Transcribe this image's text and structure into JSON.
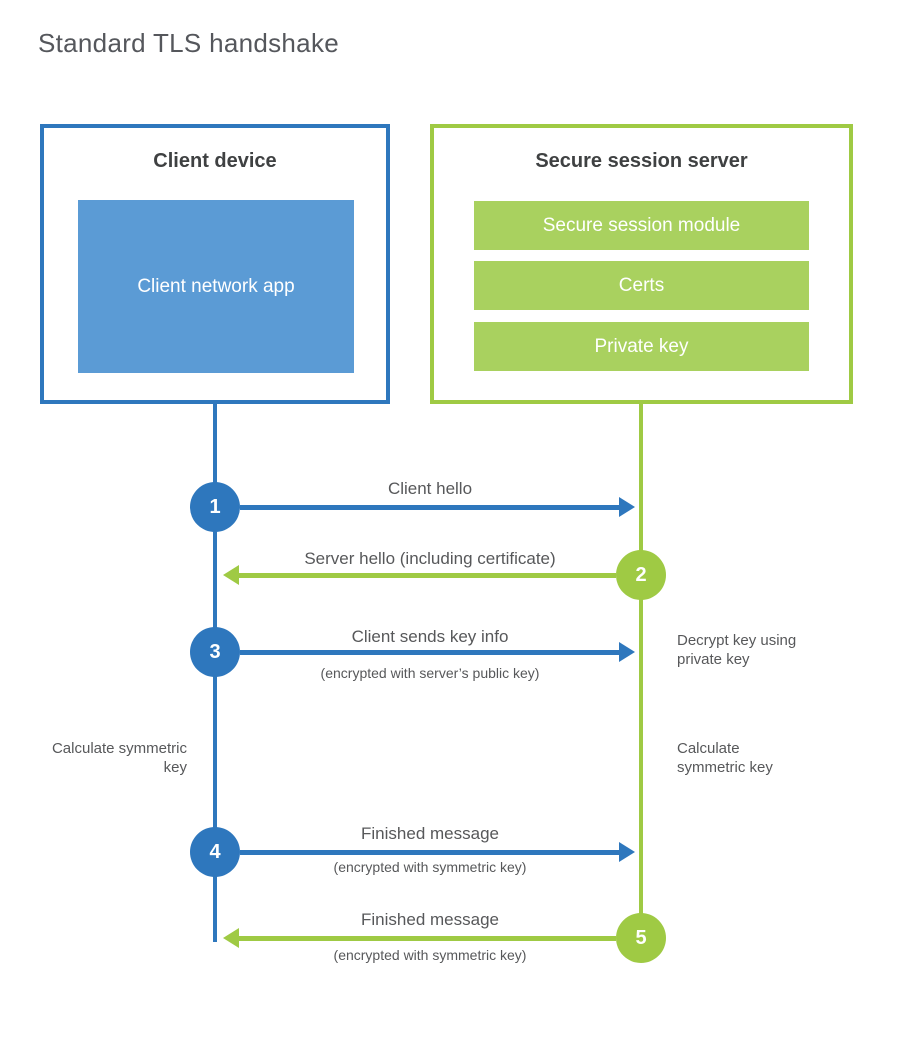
{
  "title": "Standard TLS handshake",
  "client": {
    "heading": "Client device",
    "app_label": "Client network app"
  },
  "server": {
    "heading": "Secure session server",
    "modules": [
      "Secure session module",
      "Certs",
      "Private key"
    ]
  },
  "steps": [
    {
      "num": "1",
      "label": "Client hello",
      "direction": "client-to-server"
    },
    {
      "num": "2",
      "label": "Server hello (including certificate)",
      "direction": "server-to-client"
    },
    {
      "num": "3",
      "label": "Client sends key info",
      "sub": "(encrypted with server’s public key)",
      "direction": "client-to-server"
    },
    {
      "num": "4",
      "label": "Finished message",
      "sub": "(encrypted with symmetric key)",
      "direction": "client-to-server"
    },
    {
      "num": "5",
      "label": "Finished message",
      "sub": "(encrypted with symmetric key)",
      "direction": "server-to-client"
    }
  ],
  "annotations": {
    "decrypt_note": "Decrypt key using private key",
    "client_calc_note": "Calculate symmetric key",
    "server_calc_note": "Calculate symmetric key"
  },
  "colors": {
    "blue_stroke": "#2e77bd",
    "blue_fill": "#5b9bd5",
    "green_stroke": "#9fca44",
    "green_fill": "#a9d15f"
  }
}
